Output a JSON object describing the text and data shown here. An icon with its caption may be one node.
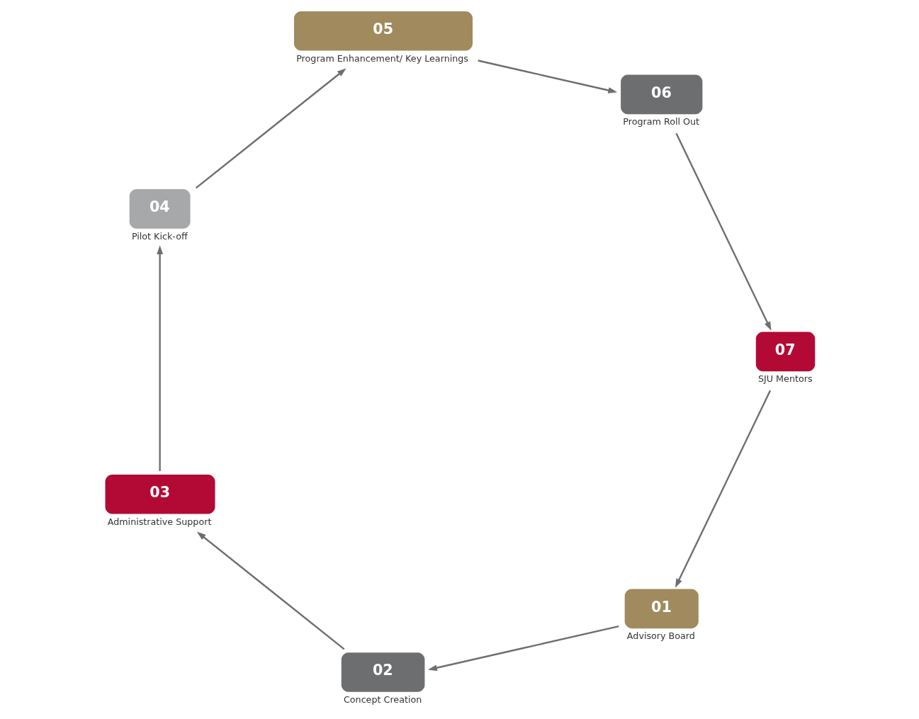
{
  "diagram": {
    "nodes": [
      {
        "text": [
          "01"
        ],
        "beside": [
          "Advisory Board"
        ]
      },
      {
        "text": [
          "02"
        ],
        "beside": [
          "Concept Creation"
        ]
      },
      {
        "text": [
          "03"
        ],
        "beside": [
          "Administrative Support"
        ]
      },
      {
        "text": [
          "04"
        ],
        "beside": [
          "Pilot Kick-off"
        ]
      },
      {
        "text": [
          "05"
        ],
        "beside": [
          "Program Enhancement/ Key Learnings"
        ]
      },
      {
        "text": [
          "06"
        ],
        "beside": [
          "Program Roll Out"
        ]
      },
      {
        "text": [
          "07"
        ],
        "beside": [
          "SJU Mentors"
        ]
      }
    ],
    "edges": [
      {
        "from": 0,
        "to": 1,
        "arrow": "to"
      },
      {
        "from": 1,
        "to": 2,
        "arrow": "to"
      },
      {
        "from": 2,
        "to": 3,
        "arrow": "to"
      },
      {
        "from": 3,
        "to": 4,
        "arrow": "to"
      },
      {
        "from": 4,
        "to": 5,
        "arrow": "to"
      },
      {
        "from": 5,
        "to": 6,
        "arrow": "to"
      },
      {
        "from": 6,
        "to": 0,
        "arrow": "to"
      }
    ]
  }
}
